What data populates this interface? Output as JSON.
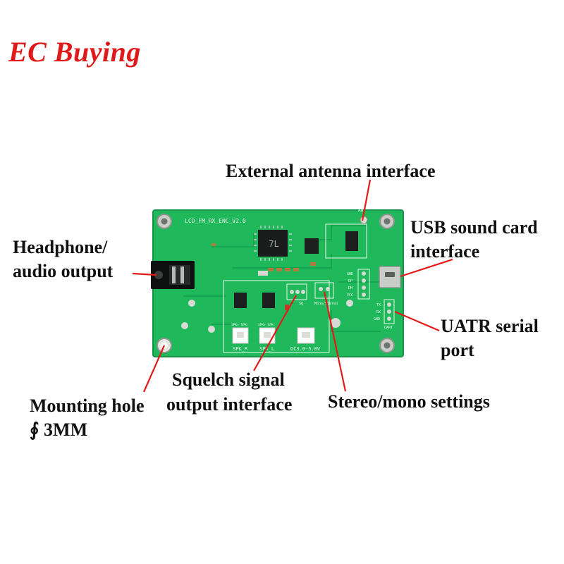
{
  "brand": {
    "name": "EC Buying",
    "color": "#e01a1a"
  },
  "board": {
    "silkscreen_title": "LCD_FM_RX_ENC_V2.0",
    "pcb_color": "#1fb85a",
    "antenna_mark": "ANT",
    "usb_pins": [
      "GND",
      "DP",
      "DM",
      "VCC"
    ],
    "uart_pins": [
      "TX",
      "RX",
      "GND"
    ],
    "uart_mark": "UART",
    "squelch_mark": "SQ",
    "stereo_mark": "Mono/Stereo",
    "spk_r": "SPK_R",
    "spk_l": "SPK_L",
    "dc_mark": "DC3.0-5.0V",
    "spk_r_pins": "SPK+ SPK-",
    "spk_l_pins": "SPK+ SPK-"
  },
  "labels": {
    "antenna": "External antenna interface",
    "usb_line1": "USB sound card",
    "usb_line2": "interface",
    "headphone_line1": "Headphone/",
    "headphone_line2": "audio output",
    "uart_line1": "UATR serial",
    "uart_line2": "port",
    "squelch_line1": "Squelch signal",
    "squelch_line2": "output interface",
    "stereo": "Stereo/mono settings",
    "mounting_line1": "Mounting hole",
    "mounting_line2": "∮ 3MM"
  }
}
